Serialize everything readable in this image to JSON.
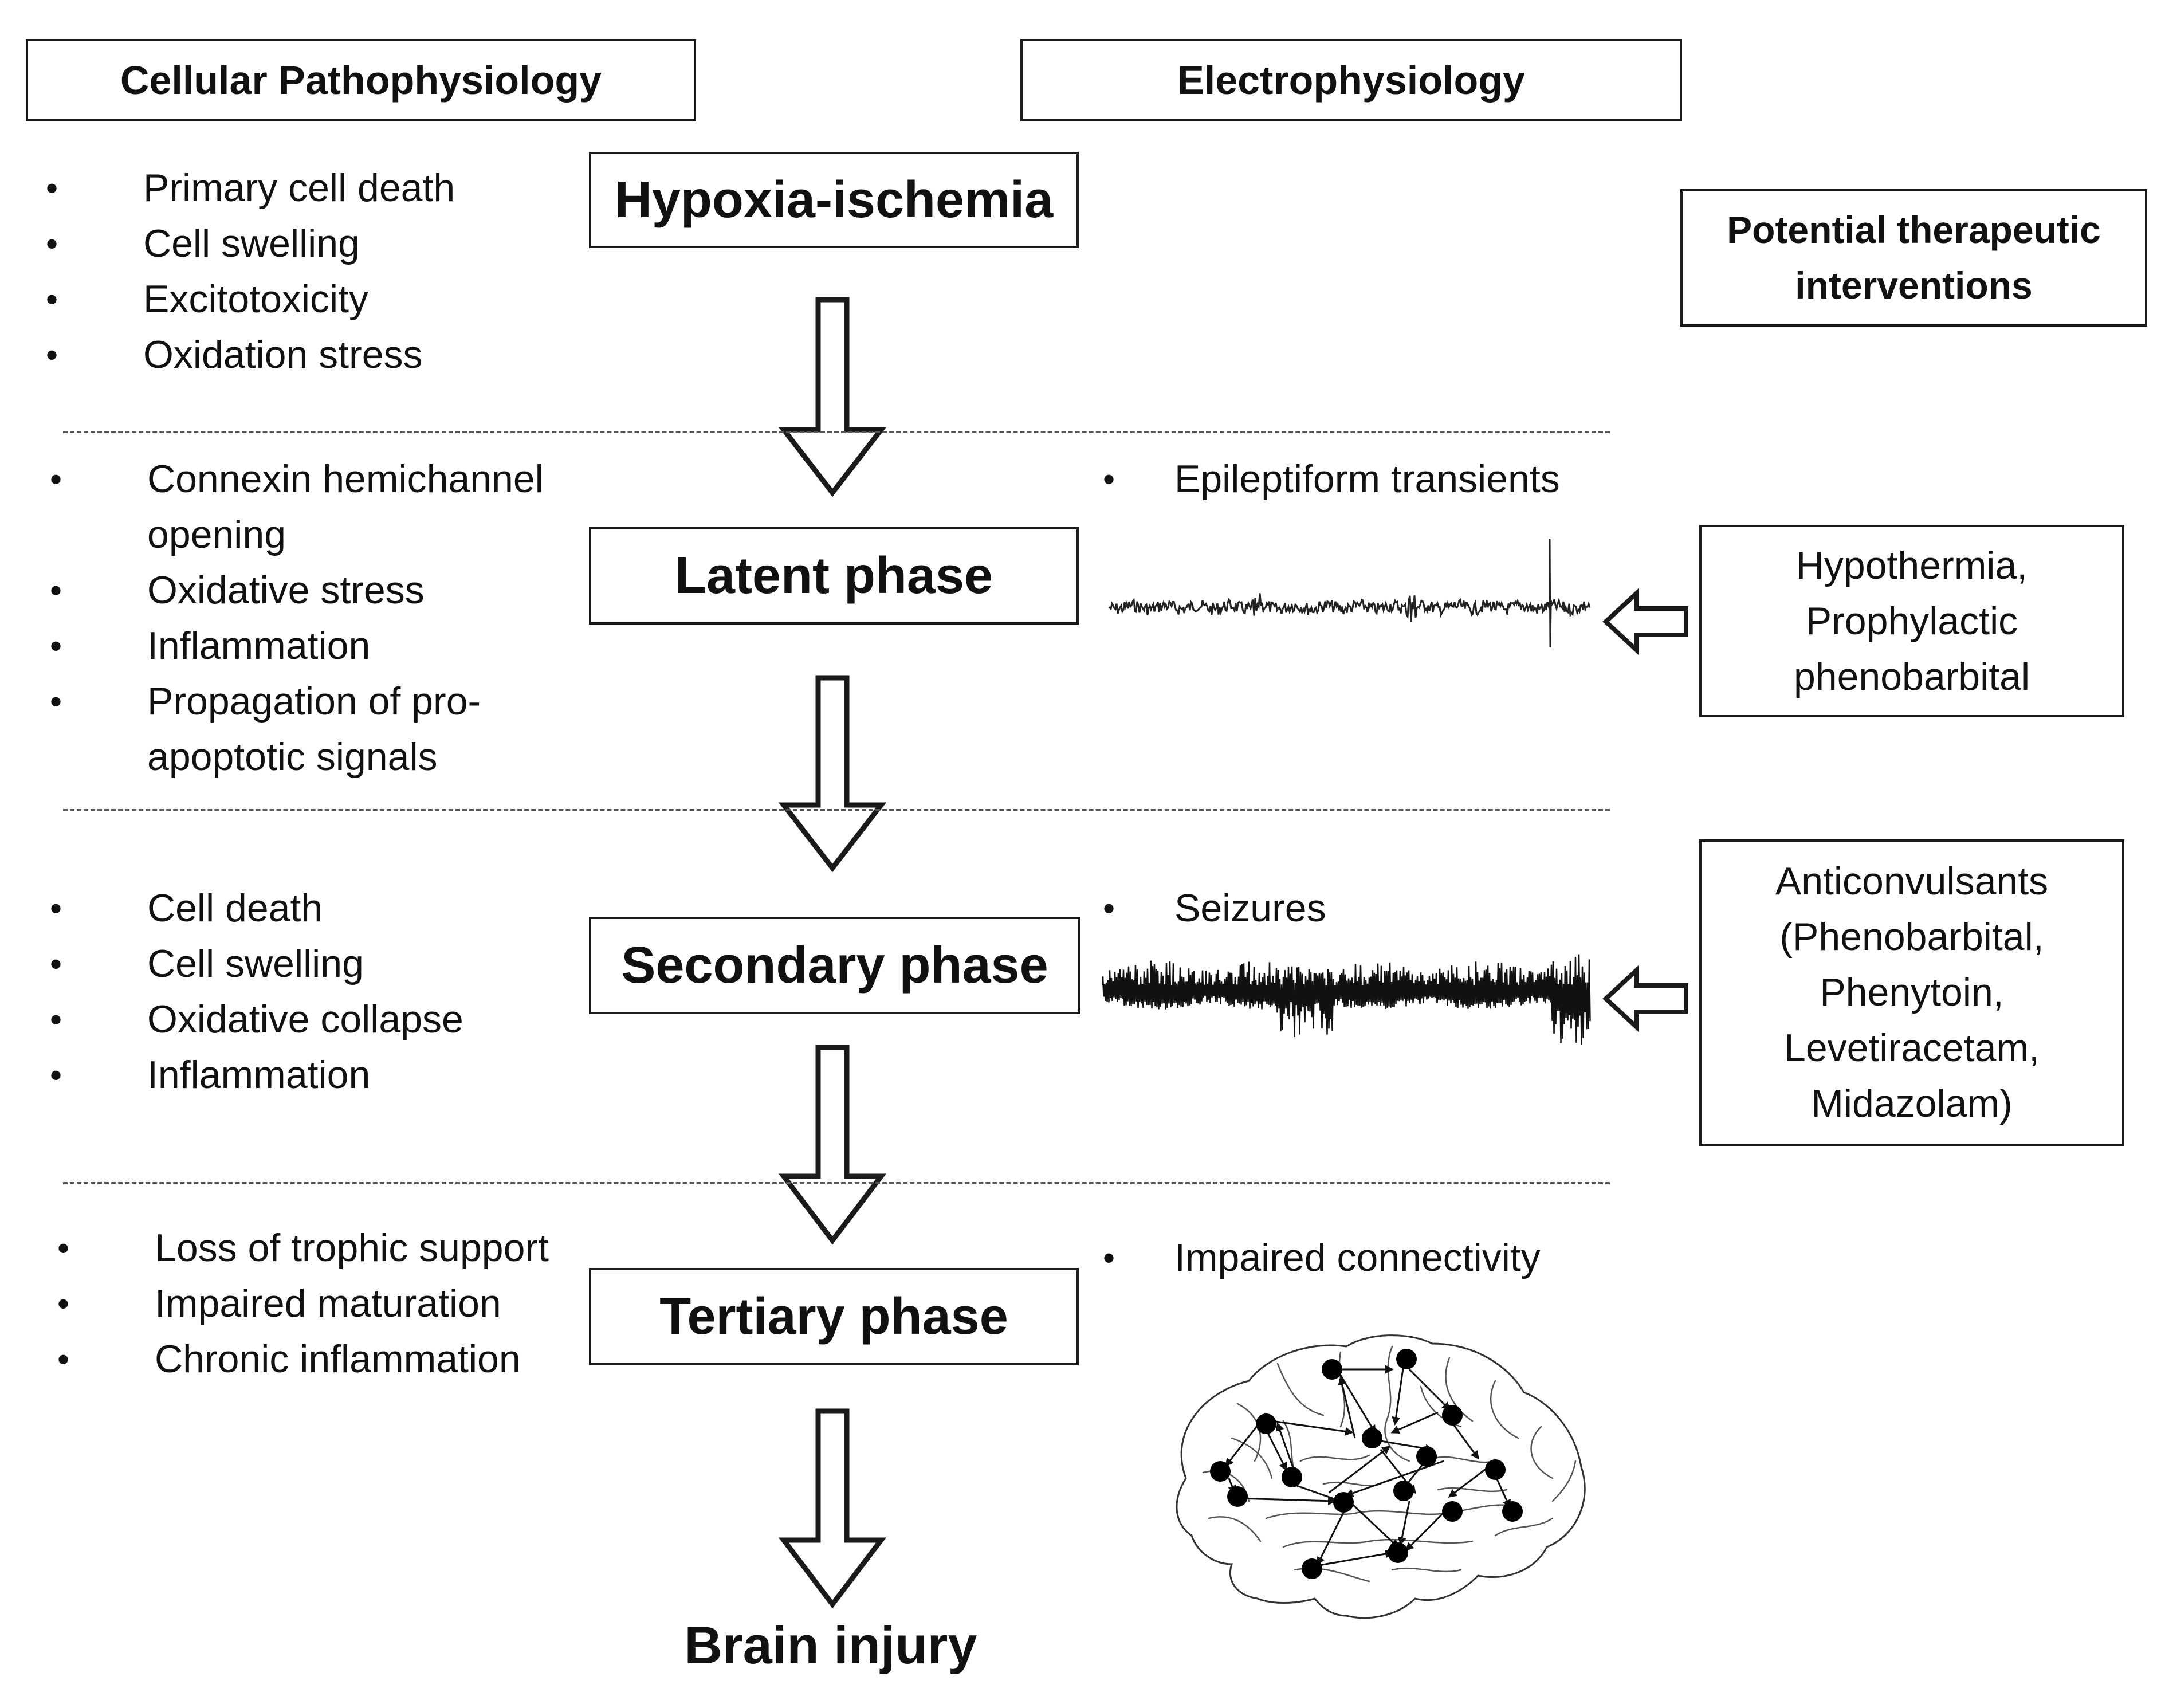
{
  "headers": {
    "cellular": "Cellular Pathophysiology",
    "electro": "Electrophysiology",
    "therapeutic": "Potential therapeutic interventions"
  },
  "phases": {
    "hypoxia": "Hypoxia-ischemia",
    "latent": "Latent phase",
    "secondary": "Secondary phase",
    "tertiary": "Tertiary phase",
    "outcome": "Brain injury"
  },
  "cellular": {
    "hypoxia": [
      "Primary cell death",
      "Cell swelling",
      "Excitotoxicity",
      "Oxidation stress"
    ],
    "latent": [
      "Connexin hemichannel opening",
      "Oxidative stress",
      "Inflammation",
      "Propagation of pro-apoptotic signals"
    ],
    "secondary": [
      "Cell death",
      "Cell swelling",
      "Oxidative collapse",
      "Inflammation"
    ],
    "tertiary": [
      "Loss of trophic support",
      "Impaired maturation",
      "Chronic inflammation"
    ]
  },
  "electro": {
    "latent": "Epileptiform transients",
    "secondary": "Seizures",
    "tertiary": "Impaired connectivity"
  },
  "therapies": {
    "latent": [
      "Hypothermia,",
      "Prophylactic",
      "phenobarbital"
    ],
    "secondary": [
      "Anticonvulsants",
      "(Phenobarbital,",
      "Phenytoin,",
      "Levetiracetam,",
      "Midazolam)"
    ]
  },
  "colors": {
    "line": "#1a1a1a",
    "dash": "#555555",
    "background": "#ffffff"
  },
  "icons": {
    "flow_arrow": "down-arrow-icon",
    "therapy_arrow": "left-arrow-icon",
    "brain": "brain-network-icon"
  }
}
